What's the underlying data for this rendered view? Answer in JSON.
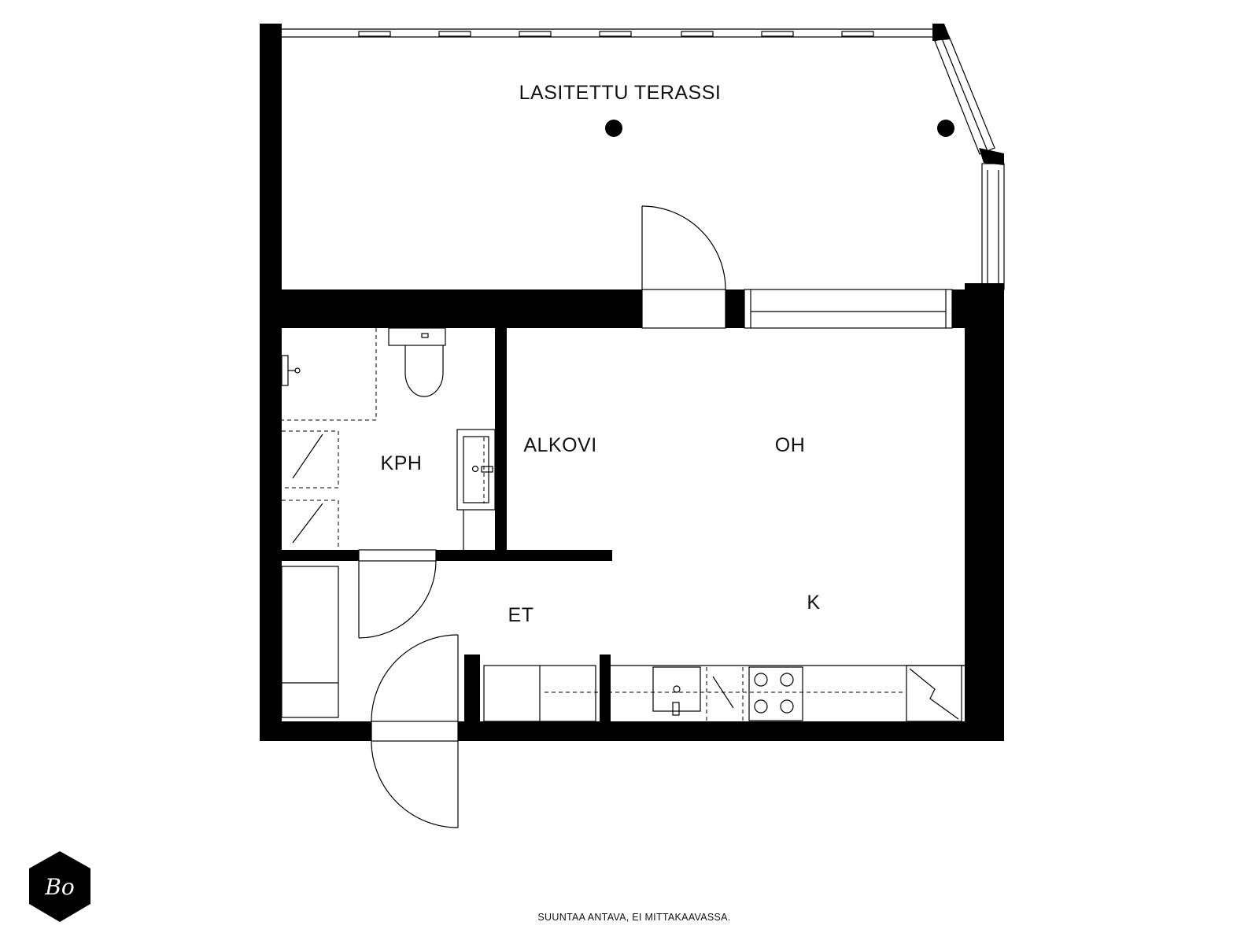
{
  "rooms": {
    "terrace": "LASITETTU TERASSI",
    "bathroom": "KPH",
    "alcove": "ALKOVI",
    "living_room": "OH",
    "kitchen": "K",
    "entrance": "ET"
  },
  "footer": {
    "note": "SUUNTAA ANTAVA, EI MITTAKAAVASSA."
  },
  "logo": {
    "text": "Bo",
    "icon": "hexagon-logo-icon"
  },
  "colors": {
    "wall": "#000000",
    "background": "#ffffff"
  }
}
